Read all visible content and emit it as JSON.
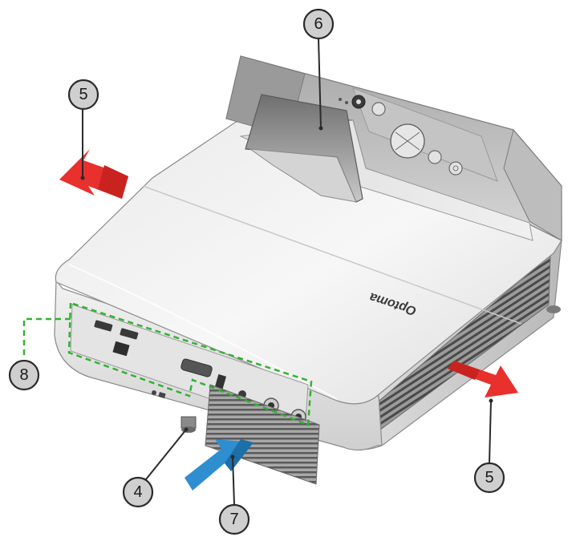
{
  "brand": {
    "logo_text": "Optoma"
  },
  "callouts": [
    {
      "label": "5"
    },
    {
      "label": "6"
    },
    {
      "label": "5"
    },
    {
      "label": "8"
    },
    {
      "label": "4"
    },
    {
      "label": "7"
    }
  ],
  "colors": {
    "exhaust_arrow": "#e8302c",
    "intake_arrow": "#2e8ed0",
    "port_outline": "#33b233",
    "callout_fill": "#cfcfcf",
    "callout_stroke": "#2a2a2a",
    "body_light": "#f4f4f4",
    "body_mid": "#d9d9d9",
    "body_dark": "#b5b5b5",
    "panel_dark": "#8d8d8d"
  }
}
